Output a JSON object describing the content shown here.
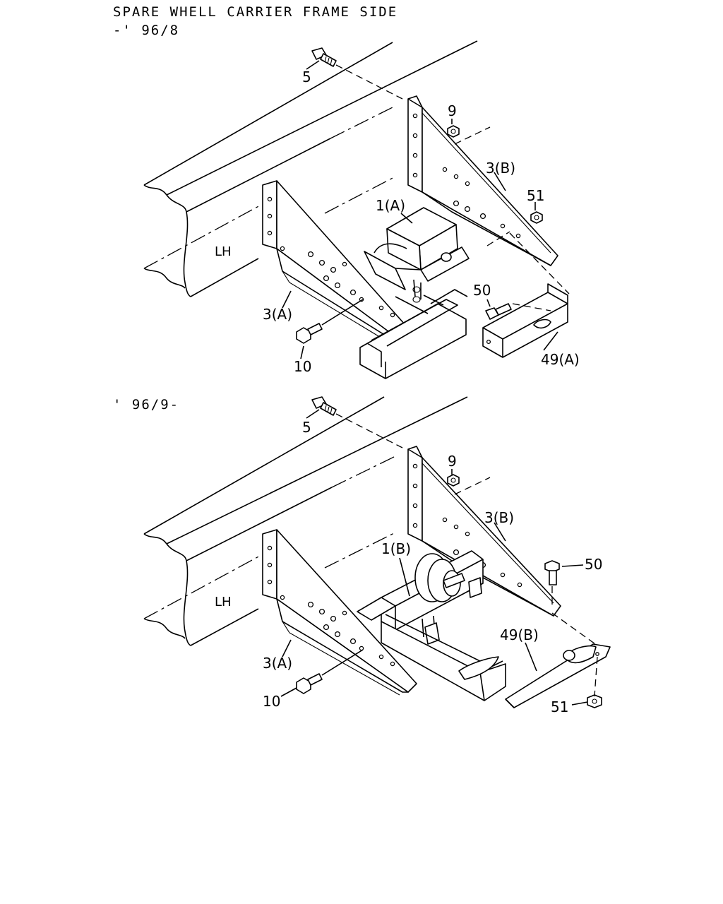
{
  "header": {
    "title": "SPARE WHELL CARRIER FRAME SIDE",
    "period_a": "-' 96/8",
    "period_b": "' 96/9-"
  },
  "upper": {
    "side_label": "LH",
    "callouts": {
      "bolt_5": "5",
      "nut_9": "9",
      "bracket_3b": "3(B)",
      "nut_51": "51",
      "carrier_1a": "1(A)",
      "bolt_50": "50",
      "bracket_3a": "3(A)",
      "bolt_10": "10",
      "plate_49a": "49(A)"
    }
  },
  "lower": {
    "side_label": "LH",
    "callouts": {
      "bolt_5": "5",
      "nut_9": "9",
      "bracket_3b": "3(B)",
      "carrier_1b": "1(B)",
      "bolt_50": "50",
      "bracket_3a": "3(A)",
      "plate_49b": "49(B)",
      "bolt_10": "10",
      "nut_51": "51"
    }
  }
}
